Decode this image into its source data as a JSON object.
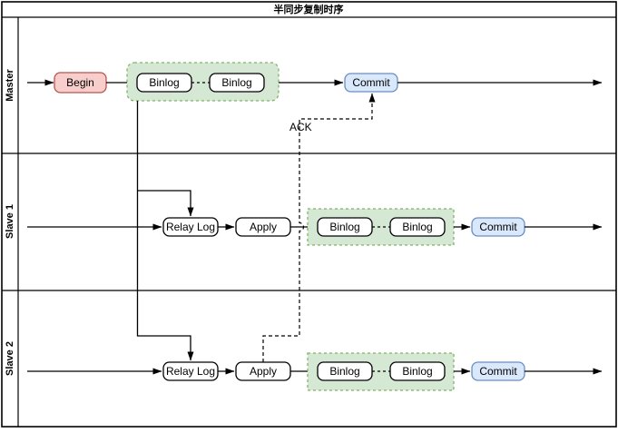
{
  "pool_title": "半同步复制时序",
  "lanes": [
    {
      "label": "Master",
      "nodes": {
        "begin": "Begin",
        "binlog_a": "Binlog",
        "binlog_b": "Binlog",
        "commit": "Commit"
      }
    },
    {
      "label": "Slave 1",
      "nodes": {
        "relay": "Relay Log",
        "apply": "Apply",
        "binlog_a": "Binlog",
        "binlog_b": "Binlog",
        "commit": "Commit"
      }
    },
    {
      "label": "Slave 2",
      "nodes": {
        "relay": "Relay Log",
        "apply": "Apply",
        "binlog_a": "Binlog",
        "binlog_b": "Binlog",
        "commit": "Commit"
      }
    }
  ],
  "annotations": {
    "ack": "ACK"
  },
  "colors": {
    "begin_fill": "#f8cecc",
    "begin_stroke": "#b85450",
    "commit_fill": "#dae8fc",
    "commit_stroke": "#6c8ebf",
    "group_fill": "#d5e8d4",
    "group_stroke": "#82b366",
    "node_fill": "#ffffff",
    "line": "#000000"
  }
}
